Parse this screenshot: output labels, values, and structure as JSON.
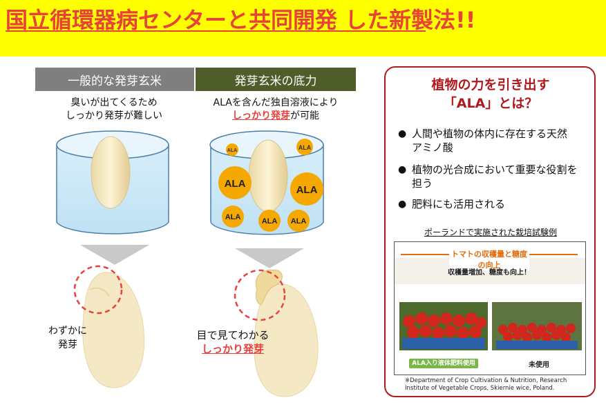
{
  "banner": {
    "title": "国立循環器病センターと共同開発 した新製法!!"
  },
  "comparison": {
    "left_header": "一般的な発芽玄米",
    "right_header": "発芽玄米の底力",
    "left_caption_line1": "臭いが出てくるため",
    "left_caption_line2": "しっかり発芽が難しい",
    "right_caption_line1": "ALAを含んだ独自溶液により",
    "right_caption_emph": "しっかり発芽",
    "right_caption_rest": "が可能",
    "left_result_line1": "わずかに",
    "left_result_line2": "発芽",
    "right_result_line1": "目で見てわかる",
    "right_result_line2": "しっかり発芽",
    "ala_small": "ALA",
    "ala_large": "ALA"
  },
  "panel": {
    "title_line1": "植物の力を引き出す",
    "title_line2": "「ALA」とは？",
    "bullets": [
      "人間や植物の体内に存在する天然アミノ酸",
      "植物の光合成において重要な役割を担う",
      "肥料にも活用される"
    ],
    "bullet_symbol": "●",
    "caption": "ポーランドで実施された栽培試験例",
    "photo_title": "トマトの収穫量と糖度の向上",
    "photo_subtitle": "収穫量増加、糖度も向上！",
    "photo_label_left": "ALA入り液体肥料使用",
    "photo_label_right": "未使用",
    "source_line1": "※Department of Crop Cultivation & Nutrition, Research",
    "source_line2": "Institute of Vegetable Crops, Skiernie wice, Poland."
  },
  "colors": {
    "banner_bg": "#ffff00",
    "accent_red": "#e8413a",
    "panel_border": "#b0191d",
    "header_gray": "#7f7f7f",
    "header_olive": "#4f5d2b",
    "ala_orange": "#f5a800"
  }
}
